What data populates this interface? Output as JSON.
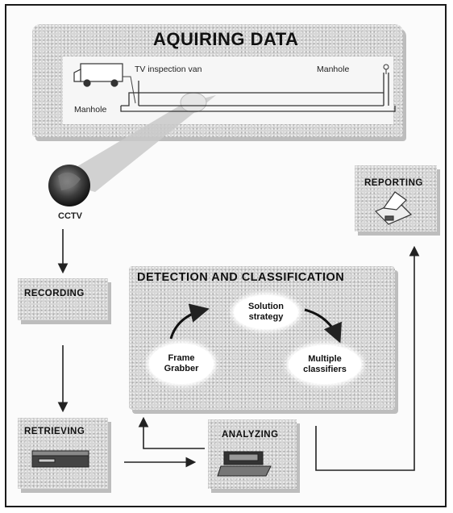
{
  "acquiring": {
    "title": "AQUIRING DATA",
    "van_label": "TV inspection van",
    "manhole_right": "Manhole",
    "manhole_left": "Manhole"
  },
  "cctv": {
    "label": "CCTV"
  },
  "recording": {
    "title": "RECORDING"
  },
  "retrieving": {
    "title": "RETRIEVING"
  },
  "analyzing": {
    "title": "ANALYZING"
  },
  "reporting": {
    "title": "REPORTING"
  },
  "detection": {
    "title": "DETECTION AND CLASSIFICATION",
    "solution": "Solution strategy",
    "frame_grabber": "Frame Grabber",
    "classifiers": "Multiple classifiers"
  }
}
